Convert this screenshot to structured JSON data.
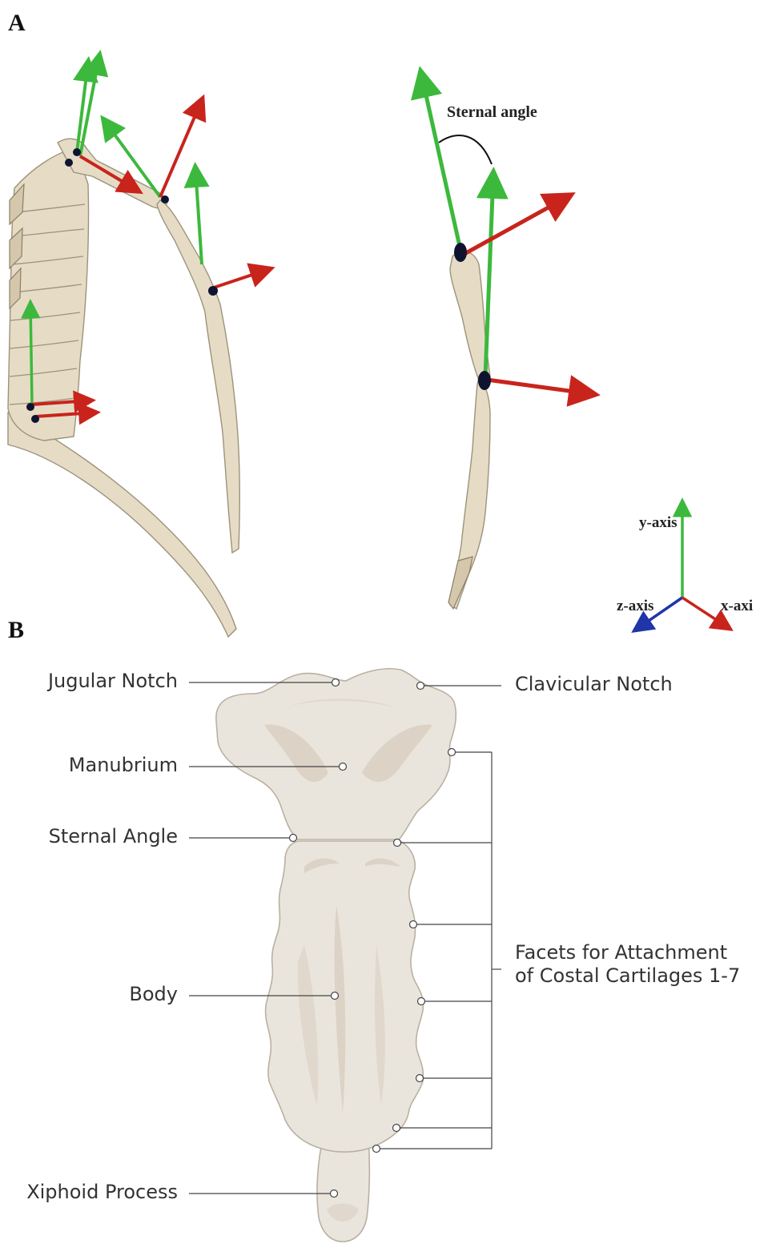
{
  "panel_a": {
    "letter": "A",
    "sternal_angle_label": "Sternal angle",
    "axes": {
      "y": "y-axis",
      "z": "z-axis",
      "x": "x-axi"
    },
    "colors": {
      "x_axis_red": "#c8241c",
      "y_axis_green": "#3cb93c",
      "z_axis_blue": "#1f35a8",
      "bone": "#e6dcc6"
    }
  },
  "panel_b": {
    "letter": "B",
    "labels": {
      "jugular_notch": "Jugular Notch",
      "clavicular_notch": "Clavicular Notch",
      "manubrium": "Manubrium",
      "sternal_angle": "Sternal Angle",
      "facets_line1": "Facets for Attachment",
      "facets_line2": "of Costal Cartilages 1-7",
      "body": "Body",
      "xiphoid_process": "Xiphoid Process"
    }
  }
}
